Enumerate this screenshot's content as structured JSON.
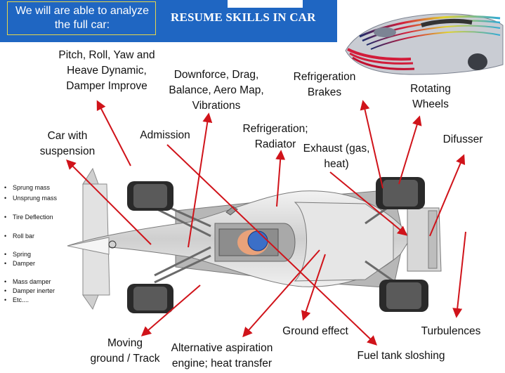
{
  "header": {
    "box_line1": "We will are able to analyze",
    "box_line2": "the full car:",
    "title": "RESUME SKILLS IN CAR"
  },
  "labels": {
    "pitch_roll": [
      "Pitch, Roll, Yaw and",
      "Heave Dynamic,",
      "Damper Improve"
    ],
    "downforce": [
      "Downforce, Drag,",
      "Balance, Aero Map,",
      "Vibrations"
    ],
    "refrig_brakes": [
      "Refrigeration",
      "Brakes"
    ],
    "rotating_wheels": [
      "Rotating",
      "Wheels"
    ],
    "car_suspension": [
      "Car with",
      "suspension"
    ],
    "admission": [
      "Admission"
    ],
    "refrig_radiator": [
      "Refrigeration;",
      "Radiator"
    ],
    "exhaust": [
      "Exhaust (gas,",
      "heat)"
    ],
    "difusser": [
      "Difusser"
    ],
    "ground_effect": [
      "Ground effect"
    ],
    "turbulences": [
      "Turbulences"
    ],
    "moving_ground": [
      "Moving",
      "ground / Track"
    ],
    "alt_aspiration": [
      "Alternative aspiration",
      "engine; heat transfer"
    ],
    "fuel_tank": [
      "Fuel tank sloshing"
    ]
  },
  "suspension_items": [
    "Sprung mass",
    "Unsprung mass",
    "Tire Deflection",
    "Roll bar",
    "Spring",
    "Damper",
    "Mass damper",
    "Damper inerter",
    "Etc...."
  ],
  "colors": {
    "header_blue": "#1f66c2",
    "box_border": "#e6d64a",
    "arrow_red": "#d0131a",
    "car_body": "#d8d8d8",
    "tire": "#2a2a2a"
  }
}
